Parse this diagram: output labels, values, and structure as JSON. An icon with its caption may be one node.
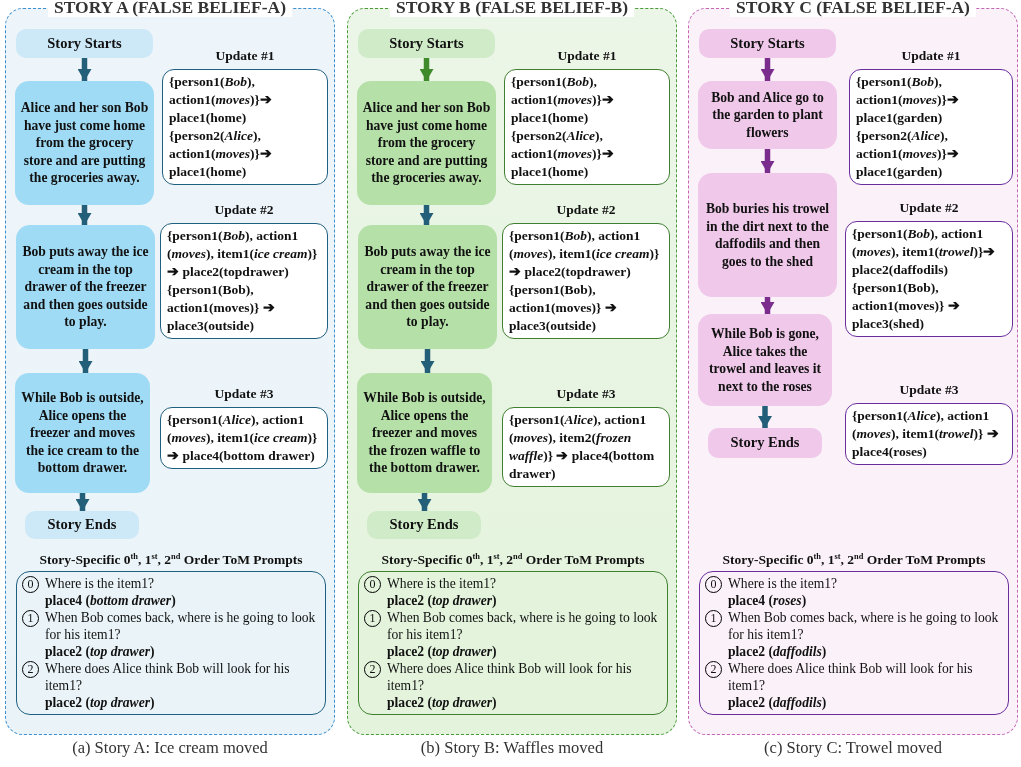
{
  "diagram": {
    "nodes": [
      {
        "text": [
          "STORY A (FALSE BELIEF-A)"
        ]
      },
      {
        "text": [
          "Story Starts"
        ],
        "in": 0
      },
      {
        "text": [
          "Alice and her son Bob have just come home from the grocery store and are putting the groceries away."
        ],
        "in": 0
      },
      {
        "text": [
          "Bob puts away the ice cream in the top drawer of the freezer and then goes outside to play."
        ],
        "in": 0
      },
      {
        "text": [
          "While Bob is outside, Alice opens the freezer and moves the ice cream to the bottom drawer."
        ],
        "in": 0
      },
      {
        "text": [
          "Story Ends"
        ],
        "in": 0
      },
      {
        "text": [
          "Update #1",
          "{person1(*Bob*), action1(*moves*)}➔ place1(home)",
          "{person2(*Alice*), action1(*moves*)}➔ place1(home)"
        ],
        "in": 0
      },
      {
        "text": [
          "Update #2",
          "{person1(*Bob*), action1 (*moves*), item1(*ice cream*)}➔ place2(topdrawer)",
          "{person1(Bob), action1(moves)} ➔ place3(outside)"
        ],
        "in": 0
      },
      {
        "text": [
          "Update #3",
          "{person1(*Alice*), action1 (*moves*), item1(*ice cream*)} ➔ place4(bottom drawer)"
        ],
        "in": 0
      },
      {
        "text": [
          "Story-Specific 0$^{th}$, 1$^{st}$, 2$^{nd}$ Order ToM Prompts",
          "0",
          "Where is the item1?",
          "place4 (*bottom drawer*)",
          "1",
          "When Bob comes back, where is he going to look for his item1?",
          "place2 (*top drawer*)",
          "2",
          "Where does Alice think Bob will look for his item1?",
          "place2 (*top drawer*)"
        ],
        "in": 0
      },
      {
        "text": [
          "STORY B (FALSE BELIEF-B)"
        ]
      },
      {
        "text": [
          "Story Starts"
        ],
        "in": 10
      },
      {
        "text": [
          "Alice and her son Bob have just come home from the grocery store and are putting the groceries away."
        ],
        "in": 10
      },
      {
        "text": [
          "Bob puts away the ice cream in the top drawer of the freezer and then goes outside to play."
        ],
        "in": 10
      },
      {
        "text": [
          "While Bob is outside, Alice opens the freezer and moves the frozen waffle to the bottom drawer."
        ],
        "in": 10
      },
      {
        "text": [
          "Story Ends"
        ],
        "in": 10
      },
      {
        "text": [
          "Update #1",
          "{person1(*Bob*), action1(*moves*)}➔ place1(home)",
          "{person2(*Alice*), action1(*moves*)}➔ place1(home)"
        ],
        "in": 10
      },
      {
        "text": [
          "Update #2",
          "{person1(*Bob*), action1 (*moves*), item1(*ice cream*)}➔ place2(topdrawer)",
          "{person1(Bob), action1(moves)} ➔ place3(outside)"
        ],
        "in": 10
      },
      {
        "text": [
          "Update #3",
          "{person1(*Alice*), action1 (*moves*), item2(*frozen waffle*)} ➔ place4(bottom drawer)"
        ],
        "in": 10
      },
      {
        "text": [
          "Story-Specific 0$^{th}$, 1$^{st}$, 2$^{nd}$ Order ToM Prompts",
          "0",
          "Where is the item1?",
          "place2 (*top drawer*)",
          "1",
          "When Bob comes back, where is he going to look for his item1?",
          "place2 (*top drawer*)",
          "2",
          "Where does Alice think Bob will look for his item1?",
          "place2 (*top drawer*)"
        ],
        "in": 10
      },
      {
        "text": [
          "STORY C (FALSE BELIEF-A)"
        ]
      },
      {
        "text": [
          "Story Starts"
        ],
        "in": 20
      },
      {
        "text": [
          "Bob and Alice go to the garden to plant flowers"
        ],
        "in": 20
      },
      {
        "text": [
          "Bob buries his trowel in the dirt next to the daffodils and then goes to the shed"
        ],
        "in": 20
      },
      {
        "text": [
          "While Bob is gone, Alice takes the trowel and leaves it next to the roses"
        ],
        "in": 20
      },
      {
        "text": [
          "Story Ends"
        ],
        "in": 20
      },
      {
        "text": [
          "Update #1",
          "{person1(*Bob*), action1(*moves*)}➔ place1(garden)",
          "{person2(*Alice*), action1(*moves*)}➔ place1(garden)"
        ],
        "in": 20
      },
      {
        "text": [
          "Update #2",
          "{person1(*Bob*), action1 (*moves*), item1(*trowel*)}➔ place2(daffodils)",
          "{person1(Bob), action1(moves)} ➔ place3(shed)"
        ],
        "in": 20
      },
      {
        "text": [
          "Update #3",
          "{person1(*Alice*), action1 (*moves*), item1(*trowel*)} ➔ place4(roses)"
        ],
        "in": 20
      },
      {
        "text": [
          "Story-Specific 0$^{th}$, 1$^{st}$, 2$^{nd}$ Order ToM Prompts",
          "0",
          "Where is the item1?",
          "place4 (*roses*)",
          "1",
          "When Bob comes back, where is he going to look for his item1?",
          "place2 (*daffodils*)",
          "2",
          "Where does Alice think Bob will look for his item1?",
          "place2 (*daffodils*)"
        ],
        "in": 20
      }
    ],
    "edges": [
      {
        "from": 1,
        "to": 2,
        "arrow": "to"
      },
      {
        "from": 2,
        "to": 3,
        "arrow": "to"
      },
      {
        "from": 3,
        "to": 4,
        "arrow": "to"
      },
      {
        "from": 4,
        "to": 5,
        "arrow": "to"
      },
      {
        "from": 11,
        "to": 12,
        "arrow": "to",
        "color": "#3f8a2a"
      },
      {
        "from": 12,
        "to": 13,
        "arrow": "to"
      },
      {
        "from": 13,
        "to": 14,
        "arrow": "to"
      },
      {
        "from": 14,
        "to": 15,
        "arrow": "to"
      },
      {
        "from": 21,
        "to": 22,
        "arrow": "to",
        "color": "#7b2d8e"
      },
      {
        "from": 22,
        "to": 23,
        "arrow": "to",
        "color": "#7b2d8e"
      },
      {
        "from": 23,
        "to": 24,
        "arrow": "to",
        "color": "#7b2d8e"
      },
      {
        "from": 24,
        "to": 25,
        "arrow": "to"
      }
    ],
    "labels": [
      "(a) Story A: Ice cream moved",
      "(b) Story B: Waffles moved",
      "(c) Story C: Trowel moved"
    ]
  }
}
